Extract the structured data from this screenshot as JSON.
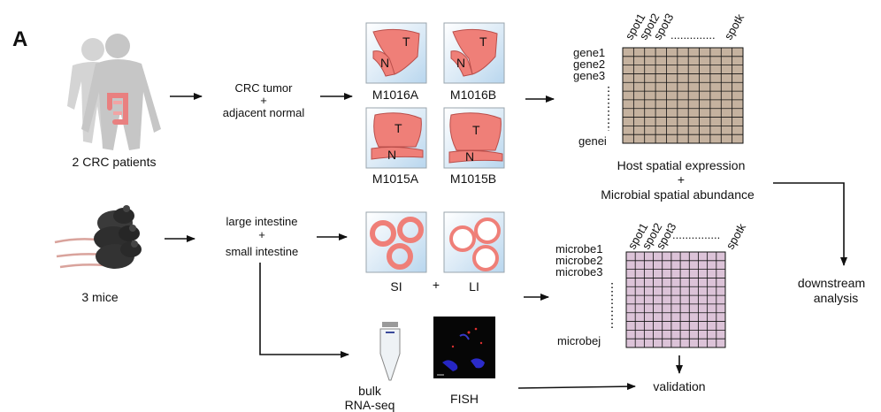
{
  "panel_label": "A",
  "human": {
    "caption": "2 CRC patients",
    "sample_text_1": "CRC tumor",
    "sample_plus": "+",
    "sample_text_2": "adjacent normal",
    "slides": [
      {
        "id": "M1016A",
        "tumor_mark": "T",
        "normal_mark": "N"
      },
      {
        "id": "M1016B",
        "tumor_mark": "T",
        "normal_mark": "N"
      },
      {
        "id": "M1015A",
        "tumor_mark": "T",
        "normal_mark": "N"
      },
      {
        "id": "M1015B",
        "tumor_mark": "T",
        "normal_mark": "N"
      }
    ]
  },
  "mouse": {
    "caption": "3 mice",
    "sample_text_1": "large intestine",
    "sample_plus": "+",
    "sample_text_2": "small intestine",
    "slide_si": "SI",
    "slide_plus": "+",
    "slide_li": "LI",
    "bulk_label_1": "bulk",
    "bulk_label_2": "RNA-seq",
    "fish_label": "FISH"
  },
  "host_matrix": {
    "col_labels": [
      "spot1",
      "spot2",
      "spot3"
    ],
    "col_dots": "..............",
    "col_last": "spotk",
    "row_labels": [
      "gene1",
      "gene2",
      "gene3"
    ],
    "row_last": "genei",
    "fill_color": "#c5b29f",
    "grid_cells": 11
  },
  "integration": {
    "line1": "Host spatial expression",
    "plus": "+",
    "line2": "Microbial spatial abundance"
  },
  "microbe_matrix": {
    "col_labels": [
      "spot1",
      "spot2",
      "spot3"
    ],
    "col_dots": "...............",
    "col_last": "spotk",
    "row_labels": [
      "microbe1",
      "microbe2",
      "microbe3"
    ],
    "row_last": "microbej",
    "fill_color": "#dcc3d8",
    "grid_cells": 11
  },
  "downstream": {
    "line1": "downstream",
    "line2": "analysis"
  },
  "validation": "validation",
  "colors": {
    "tissue": "#ef7f78",
    "tissue_dark": "#b94e4a",
    "slide_bg": "#cfe4f4",
    "silhouette": "#cccccc",
    "mouse_body": "#2f2f2f",
    "tail": "#d9a39c"
  }
}
